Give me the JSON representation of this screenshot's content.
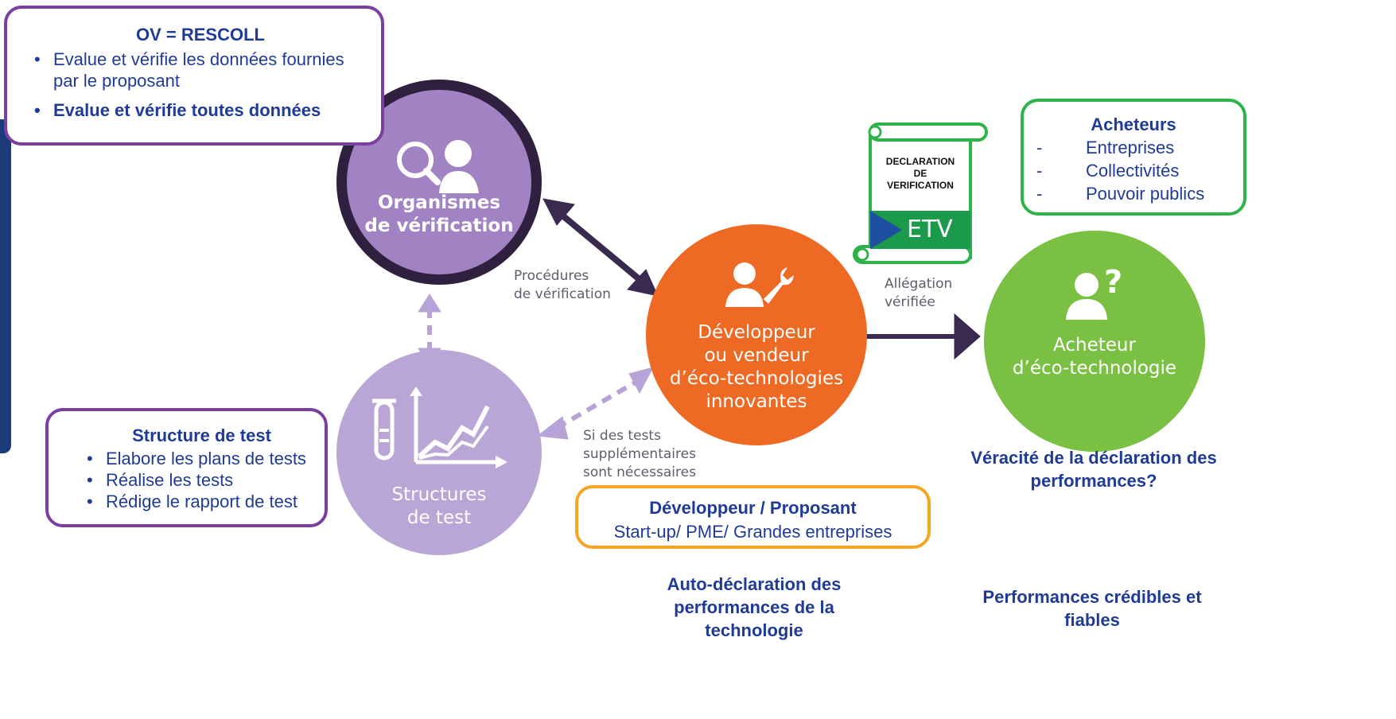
{
  "circles": {
    "verification": {
      "label": "Organismes\nde vérification",
      "color": "#a182c2",
      "ring": "#2f2040"
    },
    "developer": {
      "label": "Développeur\nou vendeur\nd’éco-technologies\ninnovantes",
      "color": "#ee6a24",
      "ring": "#ffffff"
    },
    "test": {
      "label": "Structures\nde test",
      "color": "#b9a6d6"
    },
    "buyer": {
      "label": "Acheteur\nd’éco-technologie",
      "color": "#79c043"
    }
  },
  "flow_labels": {
    "procedures": "Procédures\nde vérification",
    "allegation": "Allégation\nvérifiée",
    "tests": "Si des tests\nsupplémentaires\nsont nécessaires"
  },
  "ov_box": {
    "title": "OV = RESCOLL",
    "items": [
      "Evalue et vérifie les données fournies par le proposant",
      "Evalue et vérifie toutes données"
    ],
    "border_color": "#7b3fa0"
  },
  "test_box": {
    "title": "Structure de test",
    "items": [
      "Elabore les plans de tests",
      "Réalise les tests",
      "Rédige le rapport de test"
    ],
    "border_color": "#7b3fa0"
  },
  "buyers_box": {
    "title": "Acheteurs",
    "items": [
      "Entreprises",
      "Collectivités",
      "Pouvoir publics"
    ],
    "border_color": "#2db34a"
  },
  "dev_box": {
    "title": "Développeur / Proposant",
    "subtitle": "Start-up/ PME/ Grandes entreprises",
    "border_color": "#f5a623"
  },
  "scroll": {
    "text": "DECLARATION\nDE\nVERIFICATION",
    "logo_text": "ETV",
    "border_color": "#2db34a"
  },
  "captions": {
    "veracite": "Véracité de la déclaration des performances?",
    "auto": "Auto-déclaration des performances de la technologie",
    "credibles": "Performances crédibles et fiables"
  },
  "colors": {
    "text_blue": "#1f3b96",
    "arrow": "#3b2a4f",
    "dashed_arrow": "#b8a3d9"
  }
}
